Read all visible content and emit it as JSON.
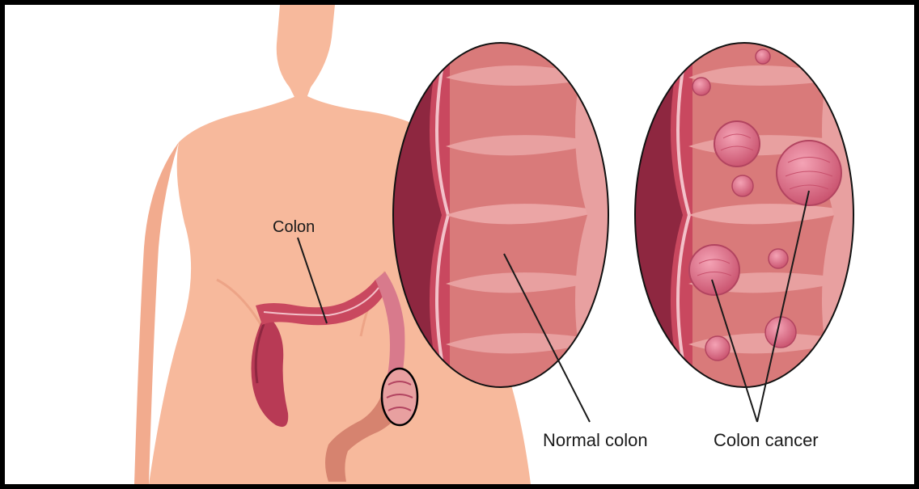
{
  "labels": {
    "colon": "Colon",
    "normal_colon": "Normal colon",
    "colon_cancer": "Colon cancer"
  },
  "colors": {
    "skin": "#f7b99c",
    "skin_shadow": "#eda487",
    "colon_tissue": "#c9485f",
    "colon_dark": "#8e2740",
    "lumen": "#d97a7a",
    "lumen_fold": "#e8a0a0",
    "tumor": "#e06f86",
    "tumor_dark": "#b24460"
  },
  "icons": {
    "magnifier": "zoom-circle-icon"
  }
}
